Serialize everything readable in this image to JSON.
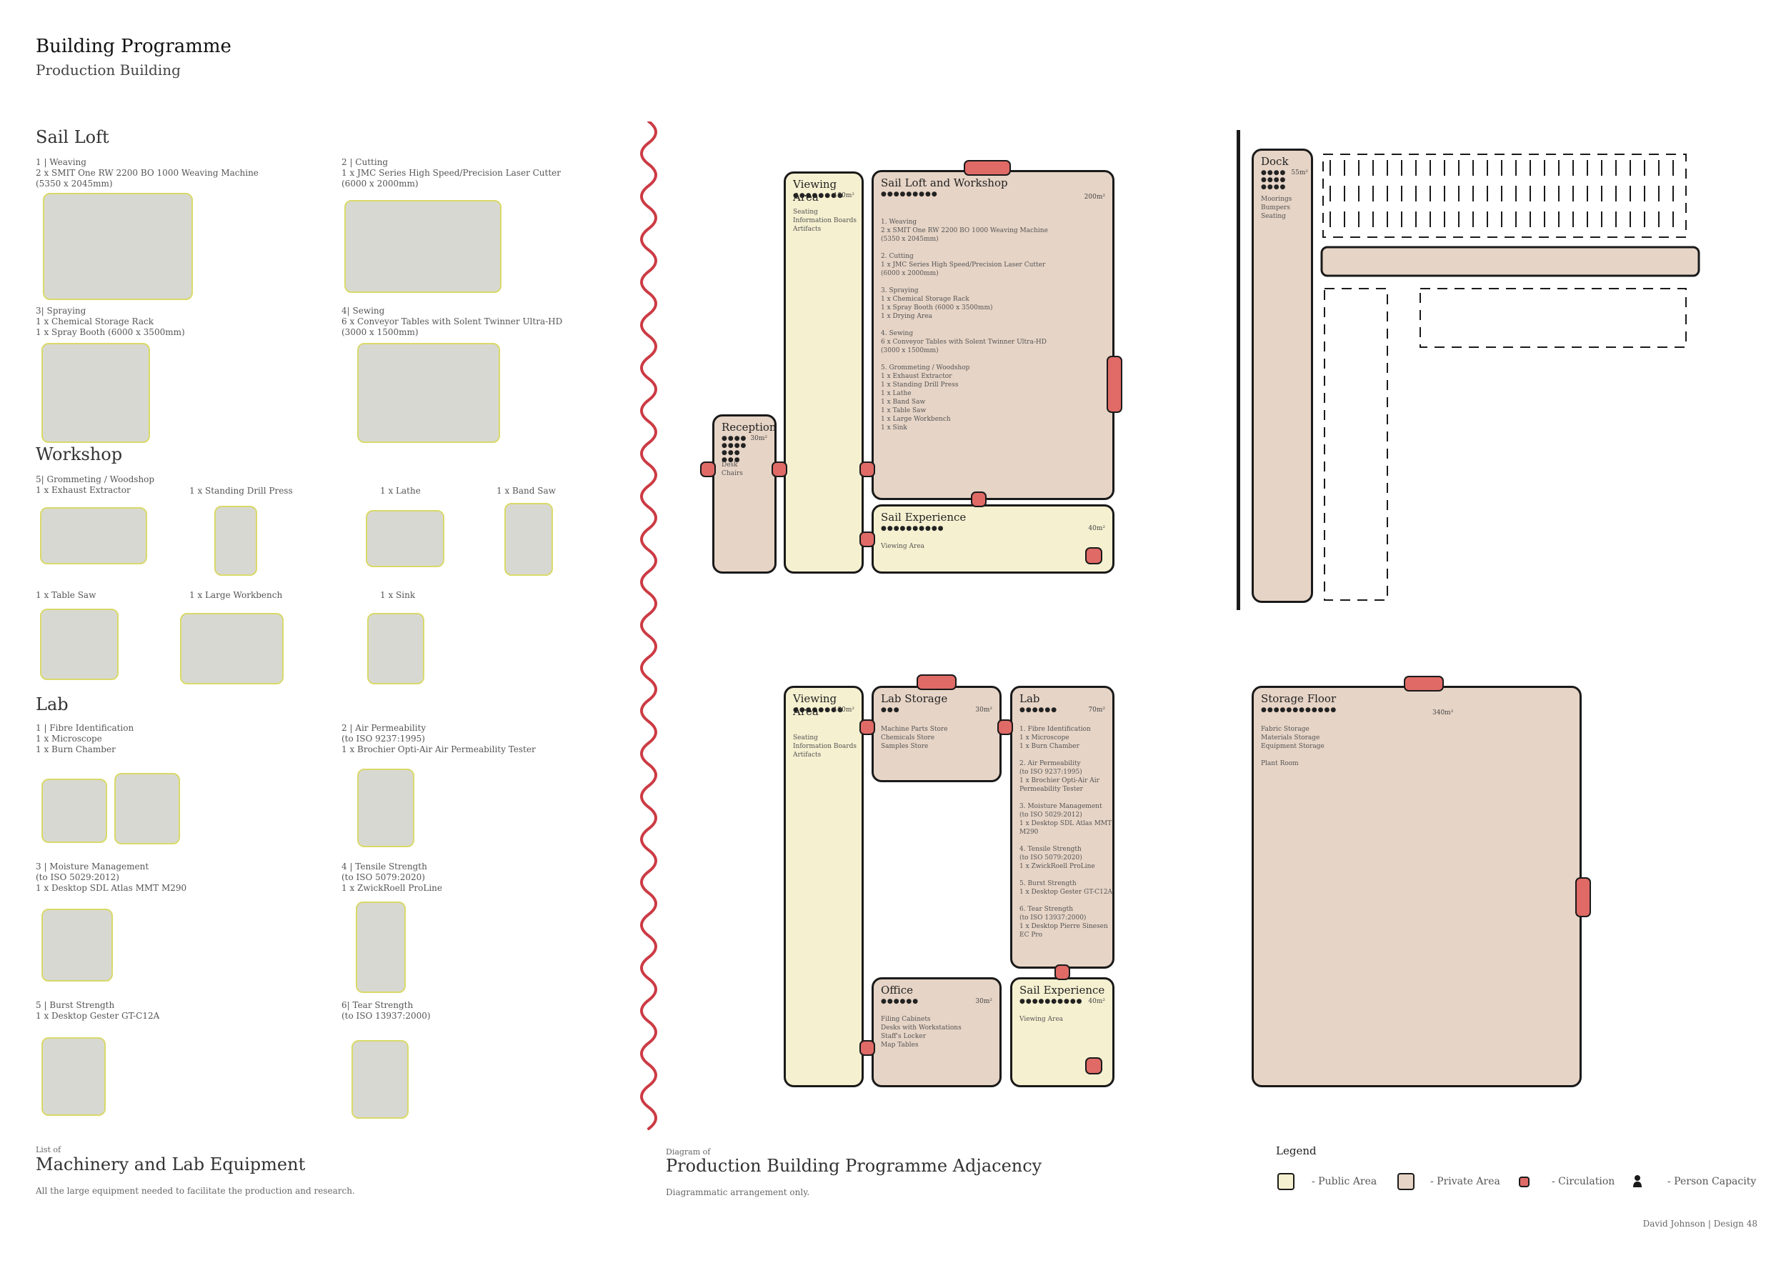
{
  "header": {
    "title": "Building Programme",
    "subtitle": "Production Building"
  },
  "sections": {
    "sail_loft": "Sail Loft",
    "workshop": "Workshop",
    "lab": "Lab"
  },
  "equipment": {
    "weaving": "1 | Weaving\n2 x SMIT One RW 2200 BO 1000 Weaving Machine\n(5350 x 2045mm)",
    "cutting": "2 | Cutting\n1 x JMC Series High Speed/Precision Laser Cutter\n(6000 x 2000mm)",
    "spraying": "3| Spraying\n1 x Chemical Storage Rack\n1 x Spray Booth (6000 x 3500mm)",
    "sewing": "4| Sewing\n6 x Conveyor Tables with Solent Twinner Ultra-HD\n(3000 x 1500mm)",
    "grommeting": "5| Grommeting / Woodshop\n1 x Exhaust Extractor",
    "drill_press": "1 x Standing Drill Press",
    "lathe": "1 x Lathe",
    "band_saw": "1 x Band Saw",
    "table_saw": "1 x Table Saw",
    "workbench": "1 x Large Workbench",
    "sink": "1 x Sink",
    "fibre": "1 | Fibre Identification\n1 x Microscope\n1 x Burn Chamber",
    "air": "2 | Air Permeability\n(to ISO 9237:1995)\n1 x Brochier Opti-Air Air Permeability Tester",
    "moisture": "3 | Moisture Management\n(to ISO 5029:2012)\n1 x Desktop SDL Atlas MMT M290",
    "tensile": "4 | Tensile Strength\n(to ISO 5079:2020)\n1 x ZwickRoell ProLine",
    "burst": "5 | Burst Strength\n1 x Desktop Gester GT-C12A",
    "tear": "6| Tear Strength\n(to ISO 13937:2000)"
  },
  "footer_left": {
    "small": "List of",
    "big": "Machinery and Lab Equipment",
    "desc": "All the large equipment needed to facilitate the production and research."
  },
  "footer_mid": {
    "small": "Diagram of",
    "big": "Production Building Programme Adjacency",
    "desc": "Diagrammatic arrangement only."
  },
  "rooms": {
    "viewing1": {
      "name": "Viewing Area",
      "people": "●●●●●●●●",
      "area": "100m²",
      "desc": "Seating\nInformation Boards\nArtifacts"
    },
    "sail_loft": {
      "name": "Sail Loft and Workshop",
      "people": "●●●●●●●●●",
      "area": "200m²",
      "desc": "1. Weaving\n2 x SMIT One RW 2200 BO 1000 Weaving Machine\n(5350 x 2045mm)\n\n2. Cutting\n1 x JMC Series High Speed/Precision Laser Cutter\n(6000 x 2000mm)\n\n3. Spraying\n1 x Chemical Storage Rack\n1 x Spray Booth (6000 x 3500mm)\n1 x Drying Area\n\n4. Sewing\n6 x Conveyor Tables with Solent Twinner Ultra-HD\n(3000 x 1500mm)\n\n5. Grommeting / Woodshop\n1 x Exhaust Extractor\n1 x Standing Drill Press\n1 x Lathe\n1 x Band Saw\n1 x Table Saw\n1 x Large Workbench\n1 x Sink"
    },
    "reception": {
      "name": "Reception",
      "people": "●●●●\n●●●●\n●●●\n●●●",
      "area": "30m²",
      "desc": "Desk\nChairs"
    },
    "sail_exp1": {
      "name": "Sail Experience",
      "people": "●●●●●●●●●●",
      "area": "40m²",
      "desc": "Viewing Area"
    },
    "dock": {
      "name": "Dock",
      "people": "●●●●\n●●●●\n●●●●",
      "area": "55m²",
      "desc": "Moorings\nBumpers\nSeating"
    },
    "viewing2": {
      "name": "Viewing Area",
      "people": "●●●●●●●●",
      "area": "100m²",
      "desc": "Seating\nInformation Boards\nArtifacts"
    },
    "lab_storage": {
      "name": "Lab Storage",
      "people": "●●●",
      "area": "30m²",
      "desc": "Machine Parts Store\nChemicals Store\nSamples Store"
    },
    "lab": {
      "name": "Lab",
      "people": "●●●●●●",
      "area": "70m²",
      "desc": "1. Fibre Identification\n1 x Microscope\n1 x Burn Chamber\n\n2. Air Permeability\n(to ISO 9237:1995)\n1 x Brochier Opti-Air Air\nPermeability Tester\n\n3. Moisture Management\n(to ISO 5029:2012)\n1 x Desktop SDL Atlas MMT\nM290\n\n4. Tensile Strength\n(to ISO 5079:2020)\n1 x ZwickRoell ProLine\n\n5. Burst Strength\n1 x Desktop Gester GT-C12A\n\n6. Tear Strength\n(to ISO 13937:2000)\n1 x Desktop Pierre Sinesen\nEC Pro"
    },
    "office": {
      "name": "Office",
      "people": "●●●●●●",
      "area": "30m²",
      "desc": "Filing Cabinets\nDesks with Workstations\nStaff's Locker\nMap Tables"
    },
    "sail_exp2": {
      "name": "Sail Experience",
      "people": "●●●●●●●●●●",
      "area": "40m²",
      "desc": "Viewing Area"
    },
    "storage": {
      "name": "Storage Floor",
      "people": "●●●●●●●●●●●●",
      "area": "340m²",
      "desc": "Fabric Storage\nMaterials Storage\nEquipment Storage\n\nPlant Room"
    }
  },
  "legend": {
    "title": "Legend",
    "public": "- Public Area",
    "private": "- Private Area",
    "circulation": "- Circulation",
    "person": "- Person Capacity",
    "colors": {
      "public": "#f5f0d0",
      "private": "#e6d4c6",
      "circulation": "#e06a66",
      "divider": "#cc3b44"
    }
  },
  "credit": "David Johnson  |  Design 48"
}
